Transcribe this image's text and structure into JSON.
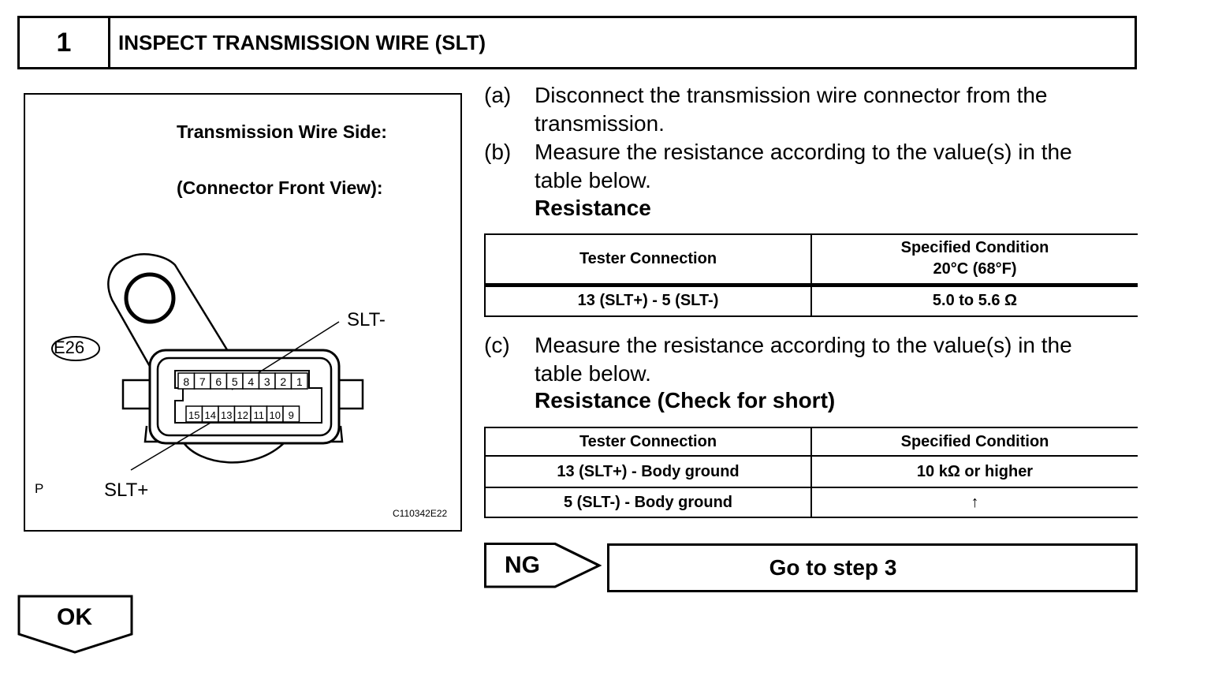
{
  "step": {
    "number": "1",
    "title": "INSPECT TRANSMISSION WIRE (SLT)"
  },
  "figure": {
    "caption_line1": "Transmission Wire Side:",
    "caption_line2": "(Connector Front View):",
    "connector_id": "E26",
    "slt_minus": "SLT-",
    "slt_plus": "SLT+",
    "mark_p": "P",
    "figure_code": "C110342E22",
    "pins_top": [
      "8",
      "7",
      "6",
      "5",
      "4",
      "3",
      "2",
      "1"
    ],
    "pins_bottom": [
      "15",
      "14",
      "13",
      "12",
      "11",
      "10",
      "9"
    ]
  },
  "steps": [
    {
      "letter": "(a)",
      "line1": "Disconnect the transmission wire connector from the",
      "line2": "transmission."
    },
    {
      "letter": "(b)",
      "line1": "Measure the resistance according to the value(s) in the",
      "line2": "table below.",
      "heading": "Resistance"
    },
    {
      "letter": "(c)",
      "line1": "Measure the resistance according to the value(s) in the",
      "line2": "table below.",
      "heading": "Resistance (Check for short)"
    }
  ],
  "table1": {
    "header_col1": "Tester Connection",
    "header_col2_line1": "Specified Condition",
    "header_col2_line2": "20°C (68°F)",
    "rows": [
      {
        "connection": "13 (SLT+) - 5 (SLT-)",
        "condition": "5.0 to 5.6 Ω"
      }
    ]
  },
  "table2": {
    "header_col1": "Tester Connection",
    "header_col2": "Specified Condition",
    "rows": [
      {
        "connection": "13 (SLT+) - Body ground",
        "condition": "10 kΩ or higher"
      },
      {
        "connection": "5 (SLT-) - Body ground",
        "condition": "↑"
      }
    ]
  },
  "result": {
    "ng_label": "NG",
    "goto_text": "Go to step 3",
    "ok_label": "OK"
  }
}
